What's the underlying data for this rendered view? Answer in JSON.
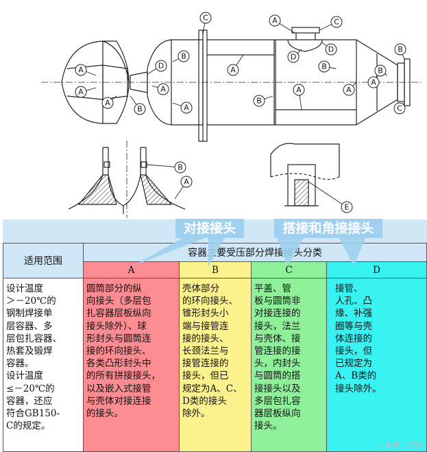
{
  "diagram": {
    "labels": {
      "a": "A",
      "b": "B",
      "c": "C",
      "d": "D",
      "e": "E"
    }
  },
  "table": {
    "range_header": "适用范围",
    "main_header": "容器主要受压部分焊接接头分类",
    "col_a": "A",
    "col_b": "B",
    "col_c": "C",
    "col_d": "D",
    "range_text": "设计温度\n＞－20℃的\n钢制焊接单\n层容器、多\n层包扎容器、\n热套及锻焊\n容器。\n设计温度\n≤－20℃的\n容器，还应\n符合GB150-\nC的规定。",
    "a_text": "圆筒部分的纵\n向接头（多层包\n扎容器层板纵向\n接头除外）、球\n形封头与圆筒连\n接的环向接头、\n各类凸形封头中\n的所有拼接接头，\n以及嵌入式接管\n与壳体对接连接\n的接头。",
    "b_text": "壳体部分\n的环向接头、\n锥形封头小\n端与接管连\n接的接头、\n长颈法兰与\n接管连接的\n接头，但已\n规定为A、C、\nD类的接头\n除外。",
    "c_text": "平盖、管\n板与圆筒非\n对接连接的\n接头，法兰\n与壳体、接\n管连接的接\n头，内封头\n与圆筒的搭\n接接头以及\n多层包扎容\n器层板纵向\n接头。",
    "d_text": "接管、\n人孔、凸\n缘、补强\n圈等与壳\n体连接的\n接头，但\n已规定为\nA、B类的\n接头除外。"
  },
  "callouts": {
    "butt": "对接接头",
    "lap": "搭接和角接接头"
  },
  "colors": {
    "a": "#fb8c92",
    "b": "#fbf28e",
    "c": "#8ff09a",
    "d": "#38f1f1",
    "callout": "#9fd0ef"
  },
  "watermark": "头条号 / 焊接"
}
